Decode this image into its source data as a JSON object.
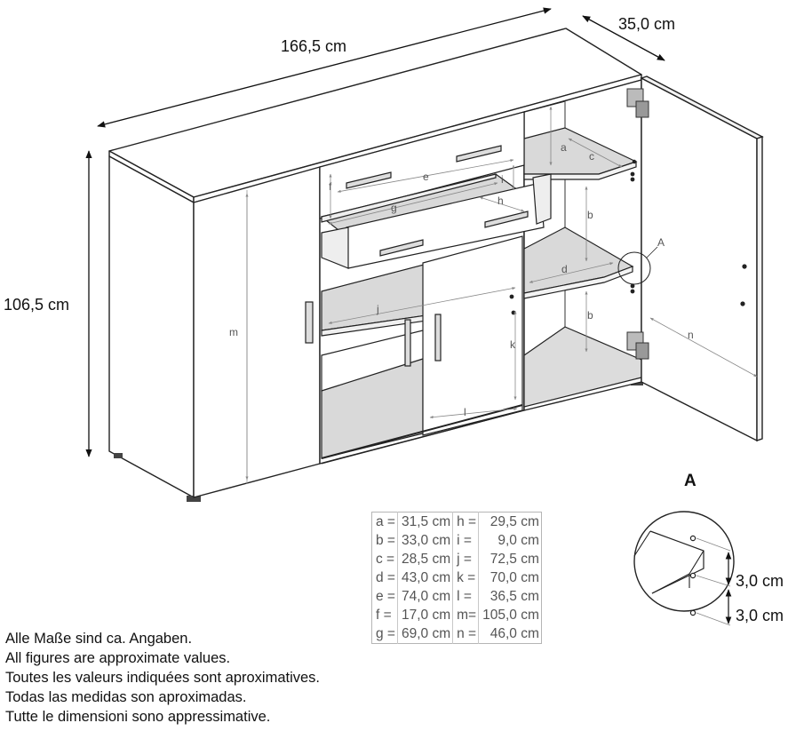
{
  "overall_dimensions": {
    "width": "166,5 cm",
    "depth": "35,0 cm",
    "height": "106,5 cm"
  },
  "part_labels": {
    "a": "a",
    "b": "b",
    "c": "c",
    "d": "d",
    "e": "e",
    "f": "f",
    "g": "g",
    "h": "h",
    "i": "i",
    "j": "j",
    "k": "k",
    "l": "l",
    "m": "m",
    "n": "n",
    "detail_ref": "A"
  },
  "detail": {
    "title": "A",
    "dim_upper": "3,0 cm",
    "dim_lower": "3,0 cm"
  },
  "dimensions_table": [
    {
      "left_key": "a =",
      "left_val": "31,5 cm",
      "right_key": "h =",
      "right_val": "29,5 cm"
    },
    {
      "left_key": "b =",
      "left_val": "33,0 cm",
      "right_key": "i =",
      "right_val": "9,0 cm"
    },
    {
      "left_key": "c =",
      "left_val": "28,5 cm",
      "right_key": "j =",
      "right_val": "72,5 cm"
    },
    {
      "left_key": "d =",
      "left_val": "43,0 cm",
      "right_key": "k =",
      "right_val": "70,0 cm"
    },
    {
      "left_key": "e =",
      "left_val": "74,0 cm",
      "right_key": "l =",
      "right_val": "36,5 cm"
    },
    {
      "left_key": "f =",
      "left_val": "17,0 cm",
      "right_key": "m=",
      "right_val": "105,0 cm"
    },
    {
      "left_key": "g =",
      "left_val": "69,0 cm",
      "right_key": "n =",
      "right_val": "46,0 cm"
    }
  ],
  "notes": [
    "Alle Maße sind ca. Angaben.",
    "All figures are approximate values.",
    "Toutes les valeurs indiquées sont aproximatives.",
    "Todas las medidas son aproximadas.",
    "Tutte le dimensioni sono appressimative."
  ]
}
